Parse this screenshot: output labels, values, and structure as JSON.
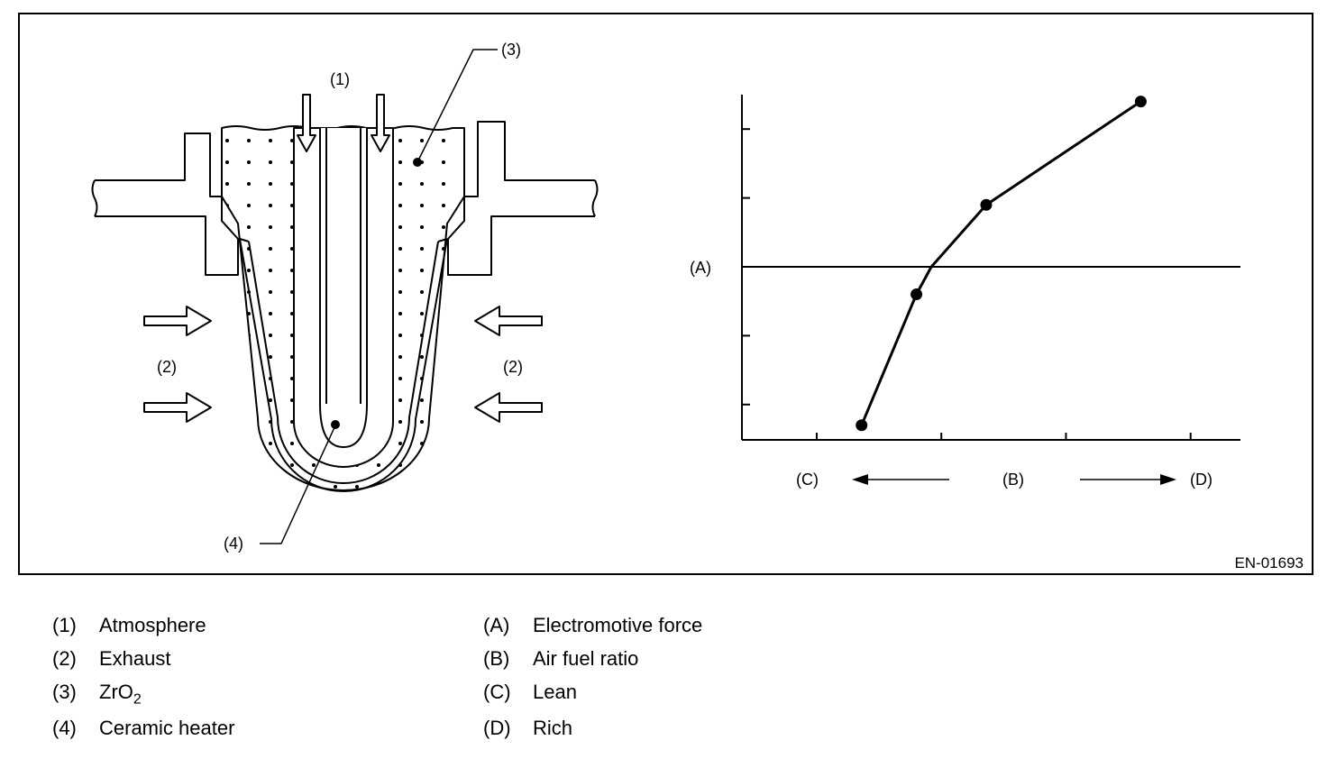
{
  "figure": {
    "reference_code": "EN-01693",
    "sensor_labels": {
      "atmosphere": "(1)",
      "exhaust_left": "(2)",
      "exhaust_right": "(2)",
      "zro2": "(3)",
      "heater": "(4)"
    },
    "graph_labels": {
      "y_axis": "(A)",
      "x_axis": "(B)",
      "lean": "(C)",
      "rich": "(D)"
    }
  },
  "chart_data": {
    "type": "line",
    "title": "",
    "xlabel": "(B)",
    "ylabel": "(A)",
    "lean_label": "(C)",
    "rich_label": "(D)",
    "xlim": [
      0,
      10
    ],
    "ylim": [
      -2.5,
      2.5
    ],
    "x_ticks": [
      1.5,
      4,
      6.5,
      9
    ],
    "y_ticks": [
      -2,
      -1,
      1,
      2
    ],
    "reference_line_y": 0,
    "grid": false,
    "series": [
      {
        "x": [
          2.4,
          3.5,
          3.8,
          4.9,
          8.0
        ],
        "y": [
          -2.3,
          -0.4,
          0,
          0.9,
          2.4
        ],
        "markers": [
          true,
          true,
          false,
          true,
          true
        ]
      }
    ]
  },
  "legend": {
    "left": [
      {
        "key": "(1)",
        "text": "Atmosphere"
      },
      {
        "key": "(2)",
        "text": "Exhaust"
      },
      {
        "key": "(3)",
        "text": "ZrO",
        "sub": "2"
      },
      {
        "key": "(4)",
        "text": "Ceramic heater"
      }
    ],
    "right": [
      {
        "key": "(A)",
        "text": "Electromotive force"
      },
      {
        "key": "(B)",
        "text": "Air fuel ratio"
      },
      {
        "key": "(C)",
        "text": "Lean"
      },
      {
        "key": "(D)",
        "text": "Rich"
      }
    ]
  }
}
